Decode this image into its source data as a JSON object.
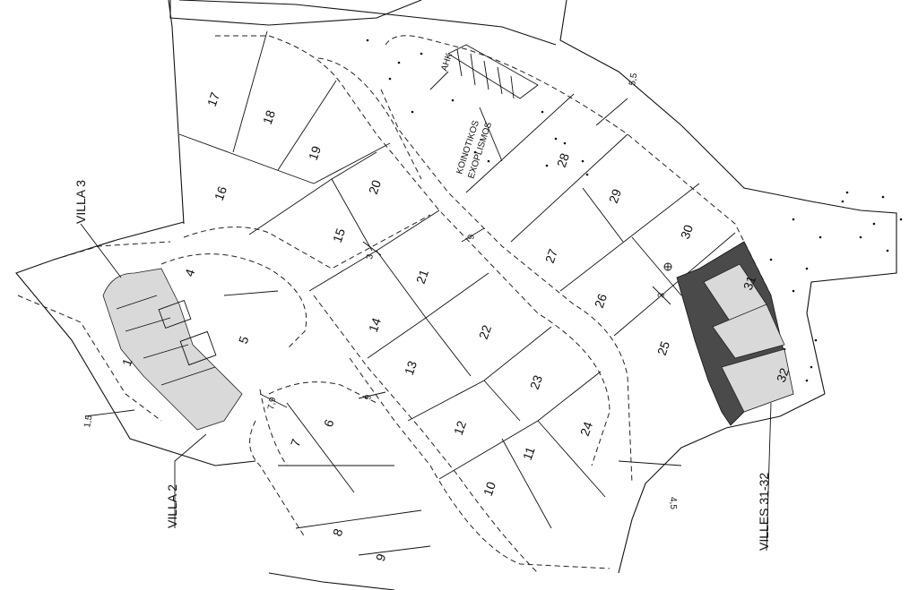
{
  "plan": {
    "plots": [
      "1",
      "4",
      "5",
      "6",
      "7",
      "8",
      "9",
      "10",
      "11",
      "12",
      "13",
      "14",
      "15",
      "16",
      "17",
      "18",
      "19",
      "20",
      "21",
      "22",
      "23",
      "24",
      "25",
      "26",
      "27",
      "28",
      "29",
      "30",
      "31",
      "32"
    ],
    "labels": {
      "villa3": "VILLA 3",
      "villa2": "VILLA 2",
      "villes": "VILLES 31-32",
      "koinotikos_1": "KOINOTIKOS",
      "koinotikos_2": "EXOPLISMOS",
      "ahk": "AHK"
    },
    "dimensions": {
      "d_1_5": "1,5",
      "d_5_5": "5,5",
      "d_9_a": "9",
      "d_9_b": "9",
      "d_7_9": "7,9",
      "d_3_a": "3",
      "d_3_b": "3",
      "d_4_5": "4,5"
    },
    "colors": {
      "line": "#111111",
      "building": "#d9d9d9",
      "building_dark": "#4a4a4a"
    }
  }
}
